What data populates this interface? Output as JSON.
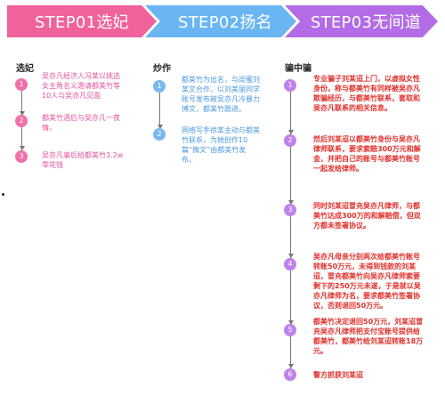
{
  "steps": [
    {
      "label": "STEP01选妃",
      "color": "#f0629c"
    },
    {
      "label": "STEP02扬名",
      "color": "#69b6f2"
    },
    {
      "label": "STEP03无间道",
      "color": "#b36be6"
    }
  ],
  "columns": [
    {
      "title": "选妃",
      "items": [
        {
          "num": "1",
          "text": "吴亦凡经济人冯某以挑选\n女主角名义邀请都美竹等\n10人与吴亦凡见面"
        },
        {
          "num": "2",
          "text": "都美竹酒后与吴亦凡一夜\n情。"
        },
        {
          "num": "3",
          "text": "吴亦凡事后给都美竹3.2w\n零花钱"
        }
      ]
    },
    {
      "title": "炒作",
      "items": [
        {
          "num": "1",
          "text": "都美竹为出名，与闺蜜刘\n某文合作，以刘美丽同学\n账号发布被吴亦凡冷暴力\n博文，都美竹跟进。"
        },
        {
          "num": "2",
          "text": "网络写手徐某主动与都美\n竹联系，为她创作10\n篇“微文”由都美竹发\n布。"
        }
      ]
    },
    {
      "title": "骗中骗",
      "items": [
        {
          "num": "1",
          "text": "专业骗子刘某迢上门，以虚拟女性\n身份，称与都美竹有同样被吴亦凡\n欺骗经历，与都美竹联系，套取和\n吴亦凡联系的相关信息。"
        },
        {
          "num": "2",
          "text": "然后刘某迢以都美竹身份与吴亦凡\n律师联系，要求索赔300万元和解\n金，并把自己的账号与都美竹账号\n一起发给律师。"
        },
        {
          "num": "3",
          "text": "同时刘某迢冒充吴亦凡律师，与都\n美竹达成300万的和解赔偿，但双\n方都未签署协议。"
        },
        {
          "num": "4",
          "text": "吴亦凡母亲分别两次给都美竹账号\n转账50万元，未得到钱款的刘某\n迢，冒充都美竹向吴亦凡律师索要\n剩下的250万元未遂，于是就以吴\n亦凡律师为名，要求都美竹签署协\n议，否则退回50万元。"
        },
        {
          "num": "5",
          "text": "都美竹决定退回50万元，刘某迢冒\n充吴亦凡律师把支付宝账号提供给\n都美竹，都美竹给刘某迢转账18万\n元。"
        },
        {
          "num": "6",
          "text": "警方抓获刘某迢"
        }
      ]
    }
  ]
}
